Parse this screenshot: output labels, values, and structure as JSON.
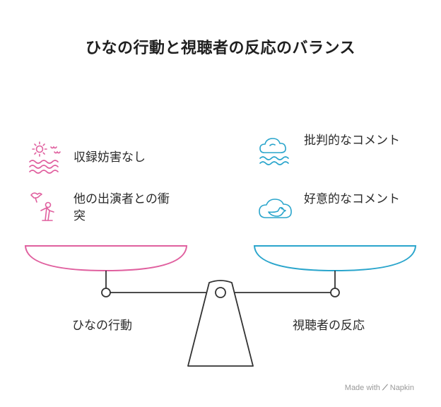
{
  "title": "ひなの行動と視聴者の反応のバランス",
  "left_side": {
    "label": "ひなの行動",
    "color": "#e0609f",
    "items": [
      {
        "text": "収録妨害なし",
        "icon": "sun-waves-icon"
      },
      {
        "text": "他の出演者との衝突",
        "icon": "person-bird-icon"
      }
    ]
  },
  "right_side": {
    "label": "視聴者の反応",
    "color": "#2aa5cc",
    "items": [
      {
        "text": "批判的なコメント",
        "icon": "cloud-waves-icon"
      },
      {
        "text": "好意的なコメント",
        "icon": "bird-cloud-icon"
      }
    ]
  },
  "watermark": {
    "prefix": "Made with",
    "brand": "Napkin"
  }
}
